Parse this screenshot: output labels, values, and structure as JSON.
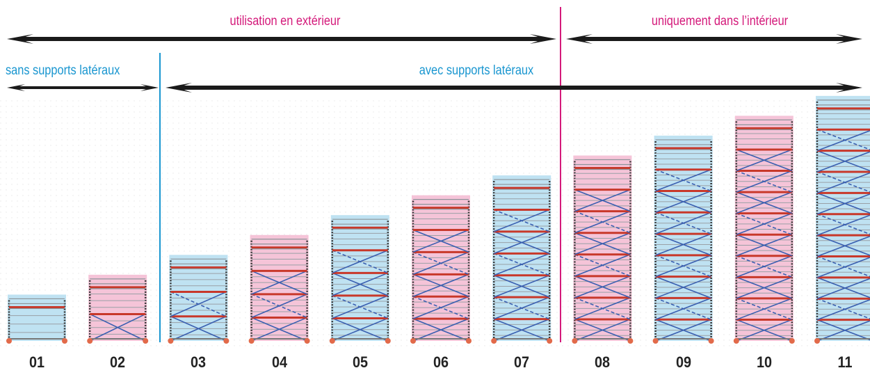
{
  "labels": {
    "outdoor": "utilisation en extérieur",
    "indoor": "uniquement dans l’intérieur",
    "without_supports": "sans supports latéraux",
    "with_supports": "avec supports latéraux"
  },
  "towers": [
    {
      "number": "01",
      "levels": 1,
      "color": "blue"
    },
    {
      "number": "02",
      "levels": 2,
      "color": "pink"
    },
    {
      "number": "03",
      "levels": 3,
      "color": "blue"
    },
    {
      "number": "04",
      "levels": 4,
      "color": "pink"
    },
    {
      "number": "05",
      "levels": 5,
      "color": "blue"
    },
    {
      "number": "06",
      "levels": 6,
      "color": "pink"
    },
    {
      "number": "07",
      "levels": 7,
      "color": "blue"
    },
    {
      "number": "08",
      "levels": 8,
      "color": "pink"
    },
    {
      "number": "09",
      "levels": 9,
      "color": "blue"
    },
    {
      "number": "10",
      "levels": 10,
      "color": "pink"
    },
    {
      "number": "11",
      "levels": 11,
      "color": "blue"
    }
  ],
  "colors": {
    "magenta": "#d4197a",
    "cyan": "#1996d0",
    "arrow": "#1a1a1a",
    "blue_fill": "#bfe2f2",
    "pink_fill": "#f5c4d8",
    "red_beam": "#c8382a",
    "brace": "#3a5fb0"
  }
}
